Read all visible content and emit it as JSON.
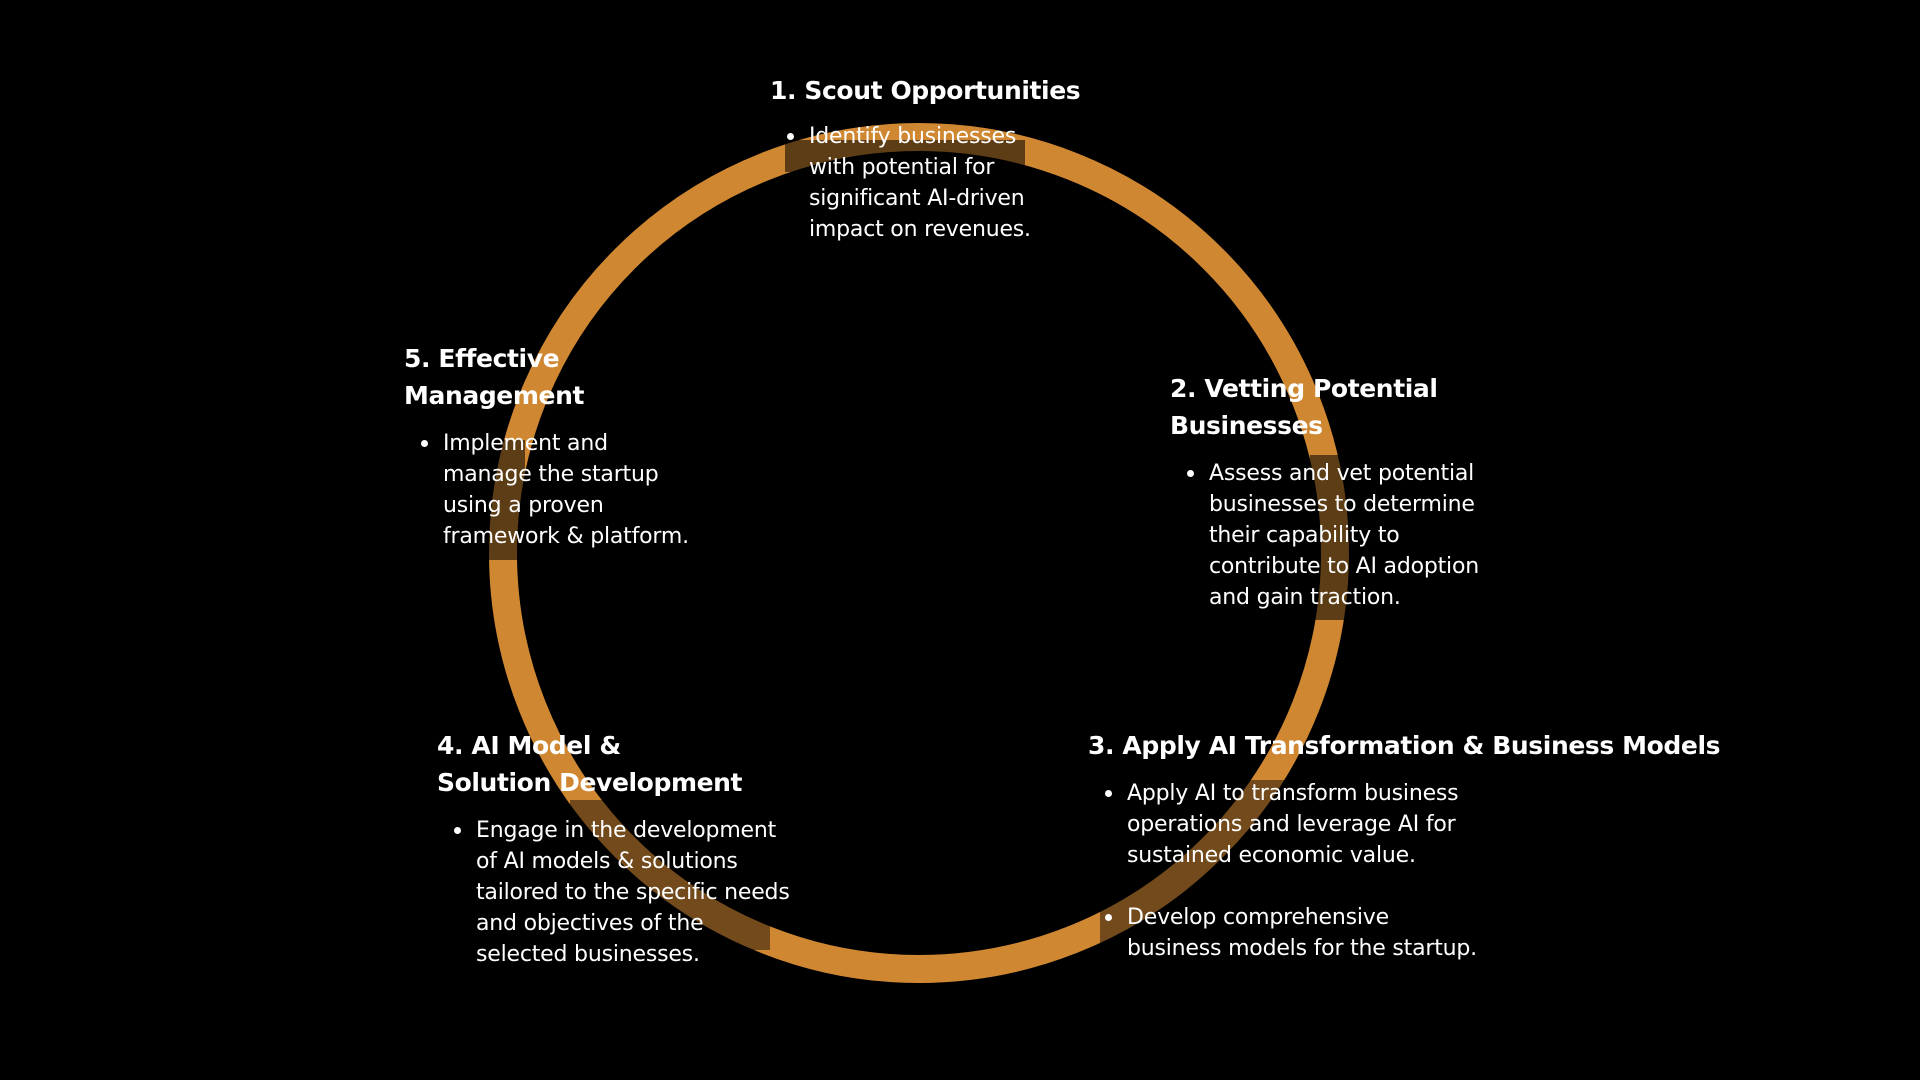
{
  "colors": {
    "background": "#000000",
    "ring": "#CF8732",
    "text": "#FFFFFF"
  },
  "steps": [
    {
      "title_lines": [
        "1. Scout Opportunities"
      ],
      "bullets": [
        [
          "Identify businesses",
          "with potential for",
          "significant AI-driven",
          "impact on revenues."
        ]
      ]
    },
    {
      "title_lines": [
        "2. Vetting Potential",
        "Businesses"
      ],
      "bullets": [
        [
          "Assess and vet potential",
          "businesses to determine",
          "their capability to",
          "contribute to AI adoption",
          "and gain traction."
        ]
      ]
    },
    {
      "title_lines": [
        "3. Apply AI Transformation & Business Models"
      ],
      "bullets": [
        [
          "Apply AI to transform business",
          "operations and leverage AI for",
          "sustained economic value."
        ],
        [
          "Develop comprehensive",
          "business models for the startup."
        ]
      ]
    },
    {
      "title_lines": [
        "4. AI Model &",
        "Solution Development"
      ],
      "bullets": [
        [
          "Engage in the development",
          "of AI models & solutions",
          "tailored to the specific needs",
          "and objectives of the",
          "selected businesses."
        ]
      ]
    },
    {
      "title_lines": [
        "5. Effective",
        "Management"
      ],
      "bullets": [
        [
          "Implement and",
          "manage the startup",
          "using a proven",
          "framework & platform."
        ]
      ]
    }
  ]
}
